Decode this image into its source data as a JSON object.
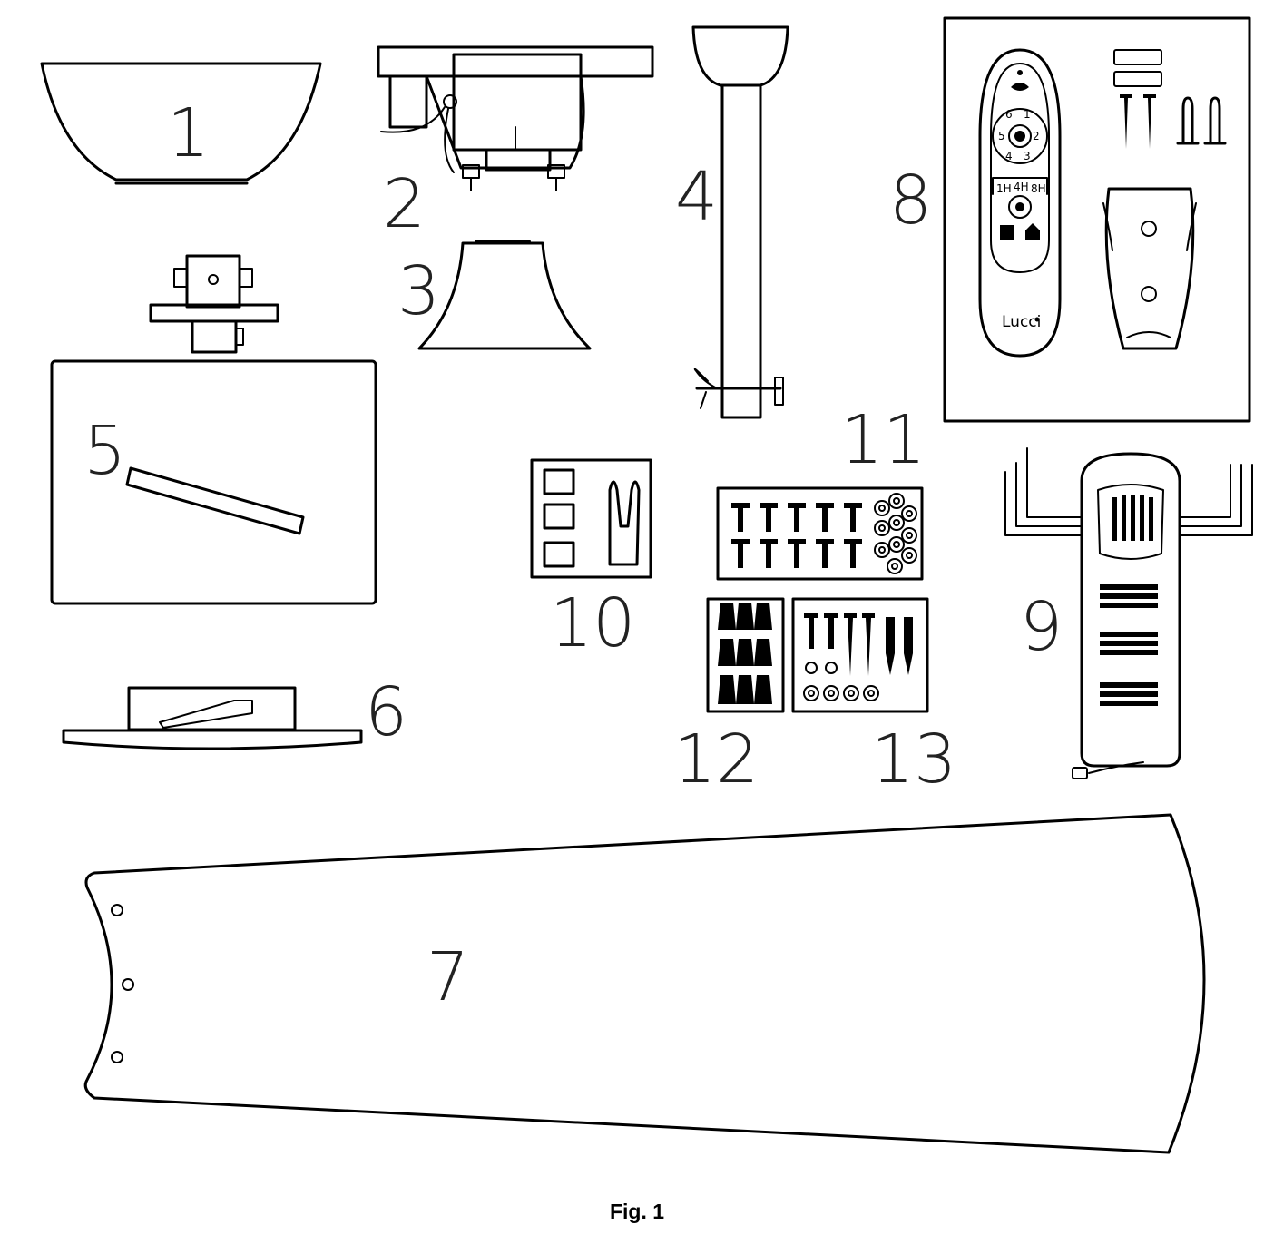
{
  "parts": [
    {
      "number": "1"
    },
    {
      "number": "2"
    },
    {
      "number": "3"
    },
    {
      "number": "4"
    },
    {
      "number": "5"
    },
    {
      "number": "6"
    },
    {
      "number": "7"
    },
    {
      "number": "8"
    },
    {
      "number": "9"
    },
    {
      "number": "10"
    },
    {
      "number": "11"
    },
    {
      "number": "12"
    },
    {
      "number": "13"
    }
  ],
  "remote": {
    "buttons": [
      "1",
      "2",
      "3",
      "4",
      "5",
      "6"
    ],
    "timers": [
      "1H",
      "4H",
      "8H"
    ],
    "brand": "Lucci"
  },
  "caption": "Fig. 1"
}
